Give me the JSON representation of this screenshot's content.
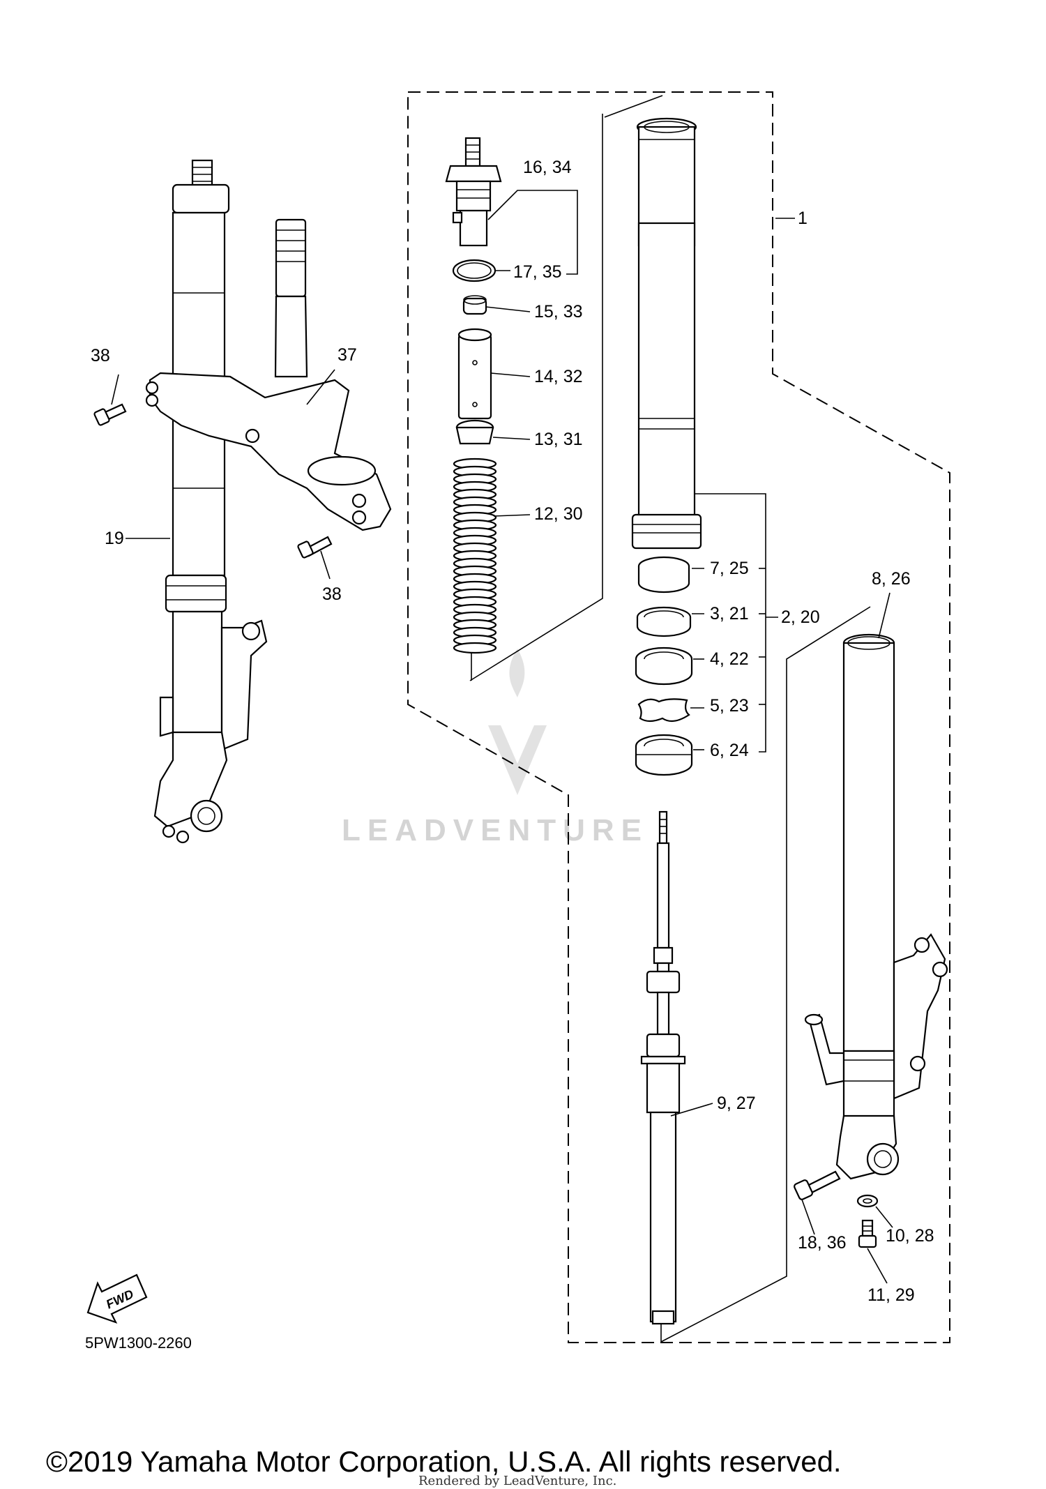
{
  "diagram": {
    "diagram_code": "5PW1300-2260",
    "copyright": "©2019 Yamaha Motor Corporation, U.S.A. All rights reserved.",
    "rendered_by": "Rendered by LeadVenture, Inc.",
    "watermark": "LEADVENTURE",
    "direction_label": "FWD",
    "callouts": {
      "c1": "1",
      "c2_20": "2, 20",
      "c3_21": "3, 21",
      "c4_22": "4, 22",
      "c5_23": "5, 23",
      "c6_24": "6, 24",
      "c7_25": "7, 25",
      "c8_26": "8, 26",
      "c9_27": "9, 27",
      "c10_28": "10, 28",
      "c11_29": "11, 29",
      "c12_30": "12, 30",
      "c13_31": "13, 31",
      "c14_32": "14, 32",
      "c15_33": "15, 33",
      "c16_34": "16, 34",
      "c17_35": "17, 35",
      "c18_36": "18, 36",
      "c19": "19",
      "c37": "37",
      "c38a": "38",
      "c38b": "38"
    }
  }
}
